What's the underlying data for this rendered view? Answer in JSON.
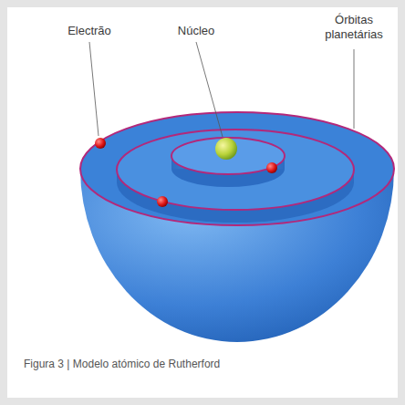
{
  "diagram": {
    "caption": "Figura 3 | Modelo atómico de Rutherford",
    "labels": [
      "Electrão",
      "Núcleo",
      "Órbitas planetárias"
    ]
  }
}
